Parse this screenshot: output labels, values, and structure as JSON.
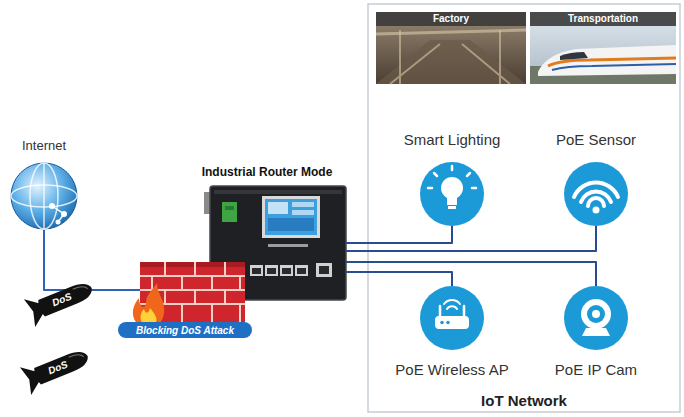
{
  "diagram": {
    "nodes": [
      {
        "text": [
          "Internet"
        ]
      },
      {
        "text": [
          "Blocking DoS Attack"
        ]
      },
      {
        "text": [
          "DoS"
        ]
      },
      {
        "text": [
          "DoS"
        ]
      },
      {
        "text": [
          "Industrial Router Mode"
        ]
      },
      {
        "text": [
          "IoT Network"
        ]
      },
      {
        "text": [
          "Factory"
        ],
        "in": 5
      },
      {
        "text": [
          "Transportation"
        ],
        "in": 5
      },
      {
        "text": [
          "Smart Lighting"
        ],
        "in": 5
      },
      {
        "text": [
          "PoE Sensor"
        ],
        "in": 5
      },
      {
        "text": [
          "PoE Wireless AP"
        ],
        "in": 5
      },
      {
        "text": [
          "PoE IP Cam"
        ],
        "in": 5
      }
    ],
    "edges": [
      {
        "from": 0,
        "to": 4,
        "arrow": "none"
      },
      {
        "from": 4,
        "to": 8,
        "arrow": "none"
      },
      {
        "from": 4,
        "to": 9,
        "arrow": "none"
      },
      {
        "from": 4,
        "to": 10,
        "arrow": "none"
      },
      {
        "from": 4,
        "to": 11,
        "arrow": "none"
      }
    ]
  }
}
